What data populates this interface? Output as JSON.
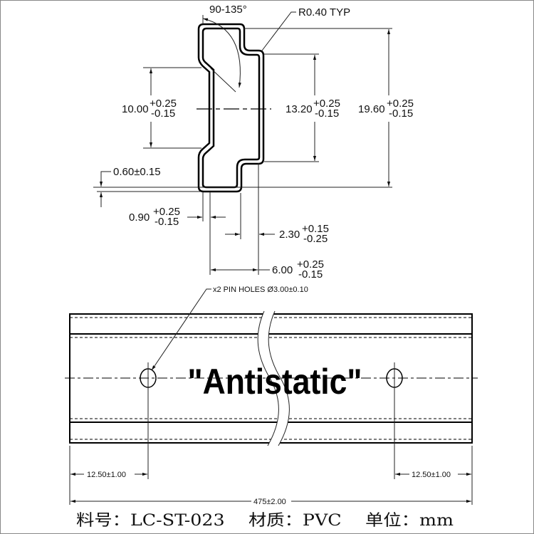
{
  "profile": {
    "angle": "90-135°",
    "radius_note": "R0.40 TYP",
    "dim_10": {
      "base": "10.00",
      "plus": "+0.25",
      "minus": "-0.15"
    },
    "dim_13": {
      "base": "13.20",
      "plus": "+0.25",
      "minus": "-0.15"
    },
    "dim_19": {
      "base": "19.60",
      "plus": "+0.25",
      "minus": "-0.15"
    },
    "dim_060": "0.60±0.15",
    "dim_090": {
      "base": "0.90",
      "plus": "+0.25",
      "minus": "-0.15"
    },
    "dim_230": {
      "base": "2.30",
      "plus": "+0.15",
      "minus": "-0.25"
    },
    "dim_600": {
      "base": "6.00",
      "plus": "+0.25",
      "minus": "-0.15"
    }
  },
  "strip": {
    "pin_note": "x2 PIN HOLES Ø3.00±0.10",
    "label": "\"Antistatic\"",
    "left_offset": "12.50±1.00",
    "right_offset": "12.50±1.00",
    "length": "475±2.00"
  },
  "footer": {
    "text": "料号：LC-ST-023　 材质：PVC　 单位：mm"
  }
}
